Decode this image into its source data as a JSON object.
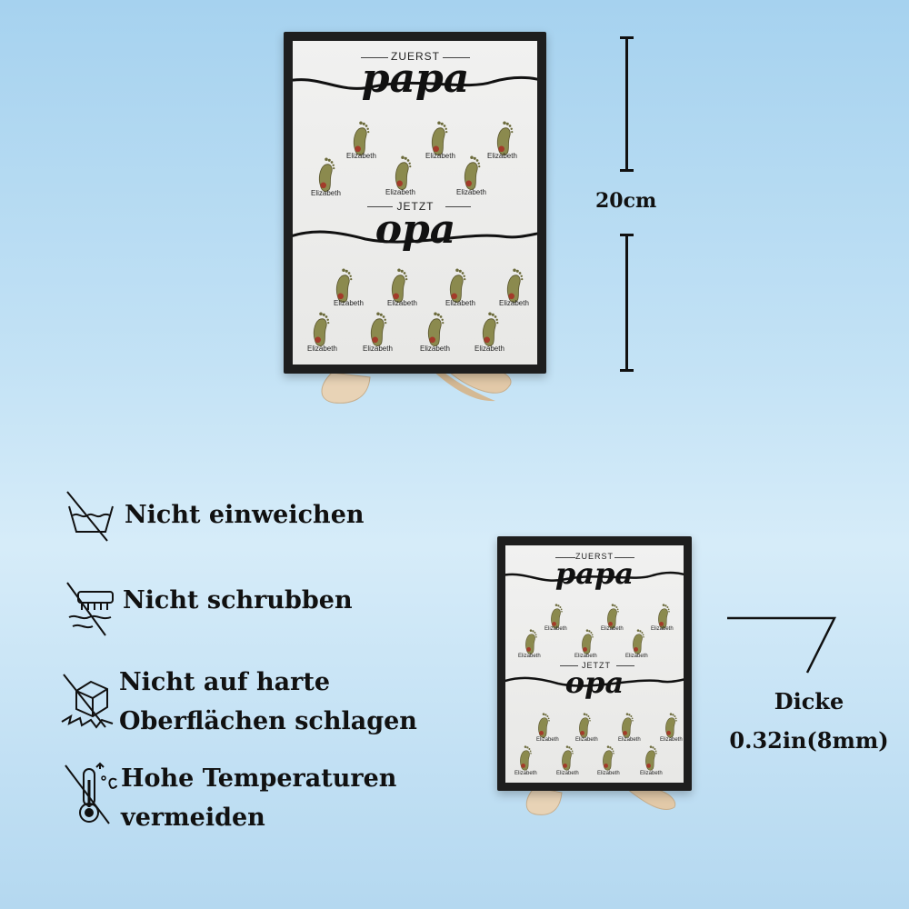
{
  "large_plaque": {
    "top_heading": "ZUERST",
    "top_script": "papa",
    "mid_heading": "JETZT",
    "mid_script": "opa",
    "names_top": [
      "Elizabeth",
      "Elizabeth",
      "Elizabeth",
      "Elizabeth",
      "Elizabeth",
      "Elizabeth"
    ],
    "names_bottom": [
      "Elizabeth",
      "Elizabeth",
      "Elizabeth",
      "Elizabeth",
      "Elizabeth",
      "Elizabeth",
      "Elizabeth",
      "Elizabeth"
    ]
  },
  "small_plaque": {
    "top_heading": "ZUERST",
    "top_script": "papa",
    "mid_heading": "JETZT",
    "mid_script": "opa",
    "names_top": [
      "Elizabeth",
      "Elizabeth",
      "Elizabeth",
      "Elizabeth",
      "Elizabeth",
      "Elizabeth"
    ],
    "names_bottom": [
      "Elizabeth",
      "Elizabeth",
      "Elizabeth",
      "Elizabeth",
      "Elizabeth",
      "Elizabeth",
      "Elizabeth",
      "Elizabeth"
    ]
  },
  "height_dimension": "20cm",
  "thickness": {
    "label": "Dicke",
    "value": "0.32in(8mm)"
  },
  "care": [
    {
      "icon": "no-soak-icon",
      "lines": [
        "Nicht einweichen"
      ]
    },
    {
      "icon": "no-scrub-icon",
      "lines": [
        "Nicht schrubben"
      ]
    },
    {
      "icon": "no-impact-icon",
      "lines": [
        "Nicht auf harte",
        "Oberflächen schlagen"
      ]
    },
    {
      "icon": "no-heat-icon",
      "lines": [
        "Hohe Temperaturen",
        "vermeiden"
      ]
    }
  ],
  "colors": {
    "frame": "#1e1e1e",
    "board": "#eeeeec",
    "stand": "#e6cfb0",
    "background": "#c3e2f5"
  }
}
